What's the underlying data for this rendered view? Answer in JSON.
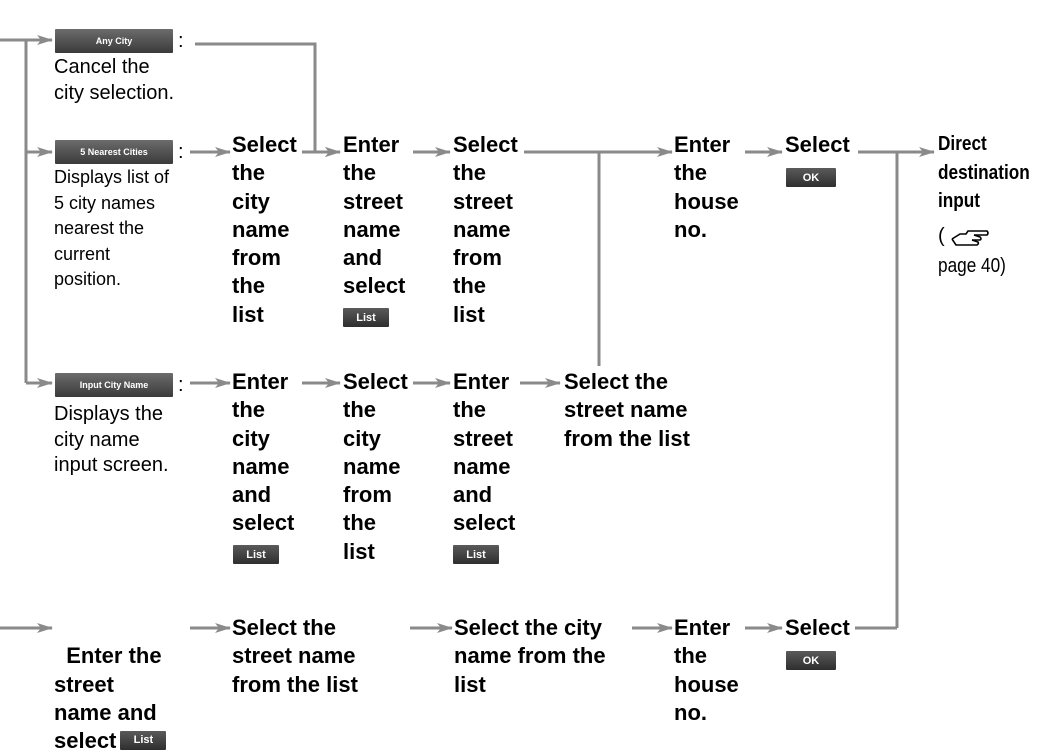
{
  "options": {
    "any_city": {
      "button": "Any City",
      "colon": ":",
      "desc": "Cancel the\ncity selection."
    },
    "nearest": {
      "button": "5 Nearest Cities",
      "colon": ":",
      "desc": "Displays list of\n5 city names\nnearest the\ncurrent\nposition."
    },
    "input_city": {
      "button": "Input City Name",
      "colon": ":",
      "desc": "Displays the\ncity name\ninput screen."
    }
  },
  "row1": {
    "select_city": "Select\nthe\ncity\nname\nfrom\nthe\nlist",
    "enter_street": "Enter\nthe\nstreet\nname\nand\nselect",
    "enter_street_btn": "List",
    "select_street": "Select\nthe\nstreet\nname\nfrom\nthe\nlist",
    "enter_house": "Enter\nthe\nhouse\nno.",
    "select_ok": "Select",
    "ok_btn": "OK",
    "direct_dest": "Direct\ndestination\ninput",
    "page_ref_open": "( ",
    "page_ref": "page 40)"
  },
  "row2": {
    "enter_city": "Enter\nthe\ncity\nname\nand\nselect",
    "enter_city_btn": "List",
    "select_city": "Select\nthe\ncity\nname\nfrom\nthe\nlist",
    "enter_street": "Enter\nthe\nstreet\nname\nand\nselect",
    "enter_street_btn": "List",
    "select_street": "Select the\nstreet name\nfrom the list"
  },
  "row3": {
    "enter_street": "Enter the\nstreet\nname and\nselect",
    "enter_street_btn": "List",
    "select_street": "Select the\nstreet name\nfrom the list",
    "select_city": "Select the city\nname from the\nlist",
    "enter_house": "Enter\nthe\nhouse\nno.",
    "select_ok": "Select",
    "ok_btn": "OK"
  },
  "colors": {
    "line": "#8a8a8a",
    "button": "#4a4a4a",
    "text": "#000000"
  }
}
